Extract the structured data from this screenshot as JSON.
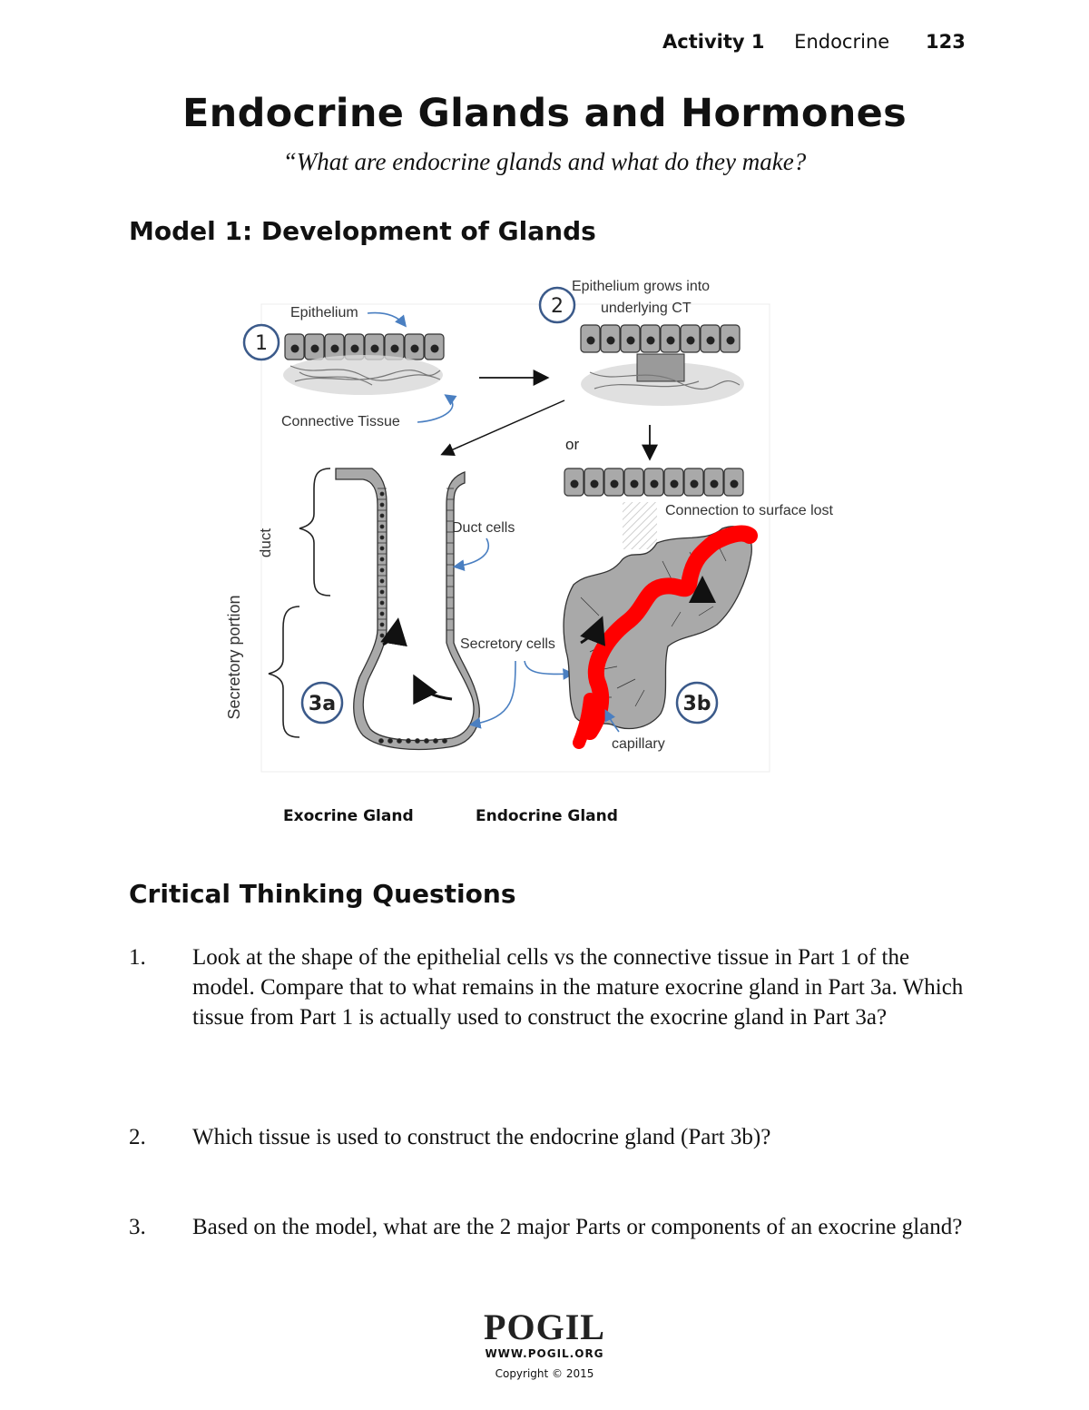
{
  "header": {
    "activity": "Activity 1",
    "topic": "Endocrine",
    "page_number": "123"
  },
  "title": "Endocrine Glands and Hormones",
  "subtitle": "“What are endocrine glands and what do they make?",
  "model": {
    "heading": "Model 1: Development of Glands",
    "labels": {
      "step1": "1",
      "step2": "2",
      "step3a": "3a",
      "step3b": "3b",
      "epithelium": "Epithelium",
      "connective_tissue": "Connective Tissue",
      "grows_line1": "Epithelium grows into",
      "grows_line2": "underlying CT",
      "or": "or",
      "duct": "duct",
      "duct_cells": "Duct cells",
      "secretory_portion": "Secretory portion",
      "secretory_cells": "Secretory cells",
      "connection_lost": "Connection to surface lost",
      "capillary": "capillary"
    },
    "captions": {
      "exocrine": "Exocrine Gland",
      "endocrine": "Endocrine Gland"
    },
    "colors": {
      "cell_fill": "#a9a9a9",
      "cell_dark": "#6e6e6e",
      "capillary": "#ff0000",
      "label_arrow": "#4a7fc1",
      "circle_stroke": "#3b5a8a"
    }
  },
  "questions": {
    "heading": "Critical Thinking Questions",
    "items": [
      {
        "num": "1.",
        "text": "Look at the shape of the epithelial cells vs the connective tissue in Part 1 of the model. Compare that to what remains in the mature exocrine gland in Part 3a. Which tissue from Part 1 is actually used to construct the exocrine gland in Part 3a?"
      },
      {
        "num": "2.",
        "text": "Which tissue is used to construct the endocrine gland (Part 3b)?"
      },
      {
        "num": "3.",
        "text": "Based on the model, what are the 2 major Parts or components of an exocrine gland?"
      }
    ]
  },
  "footer": {
    "logo": "POGIL",
    "site": "WWW.POGIL.ORG",
    "copyright": "Copyright © 2015"
  }
}
